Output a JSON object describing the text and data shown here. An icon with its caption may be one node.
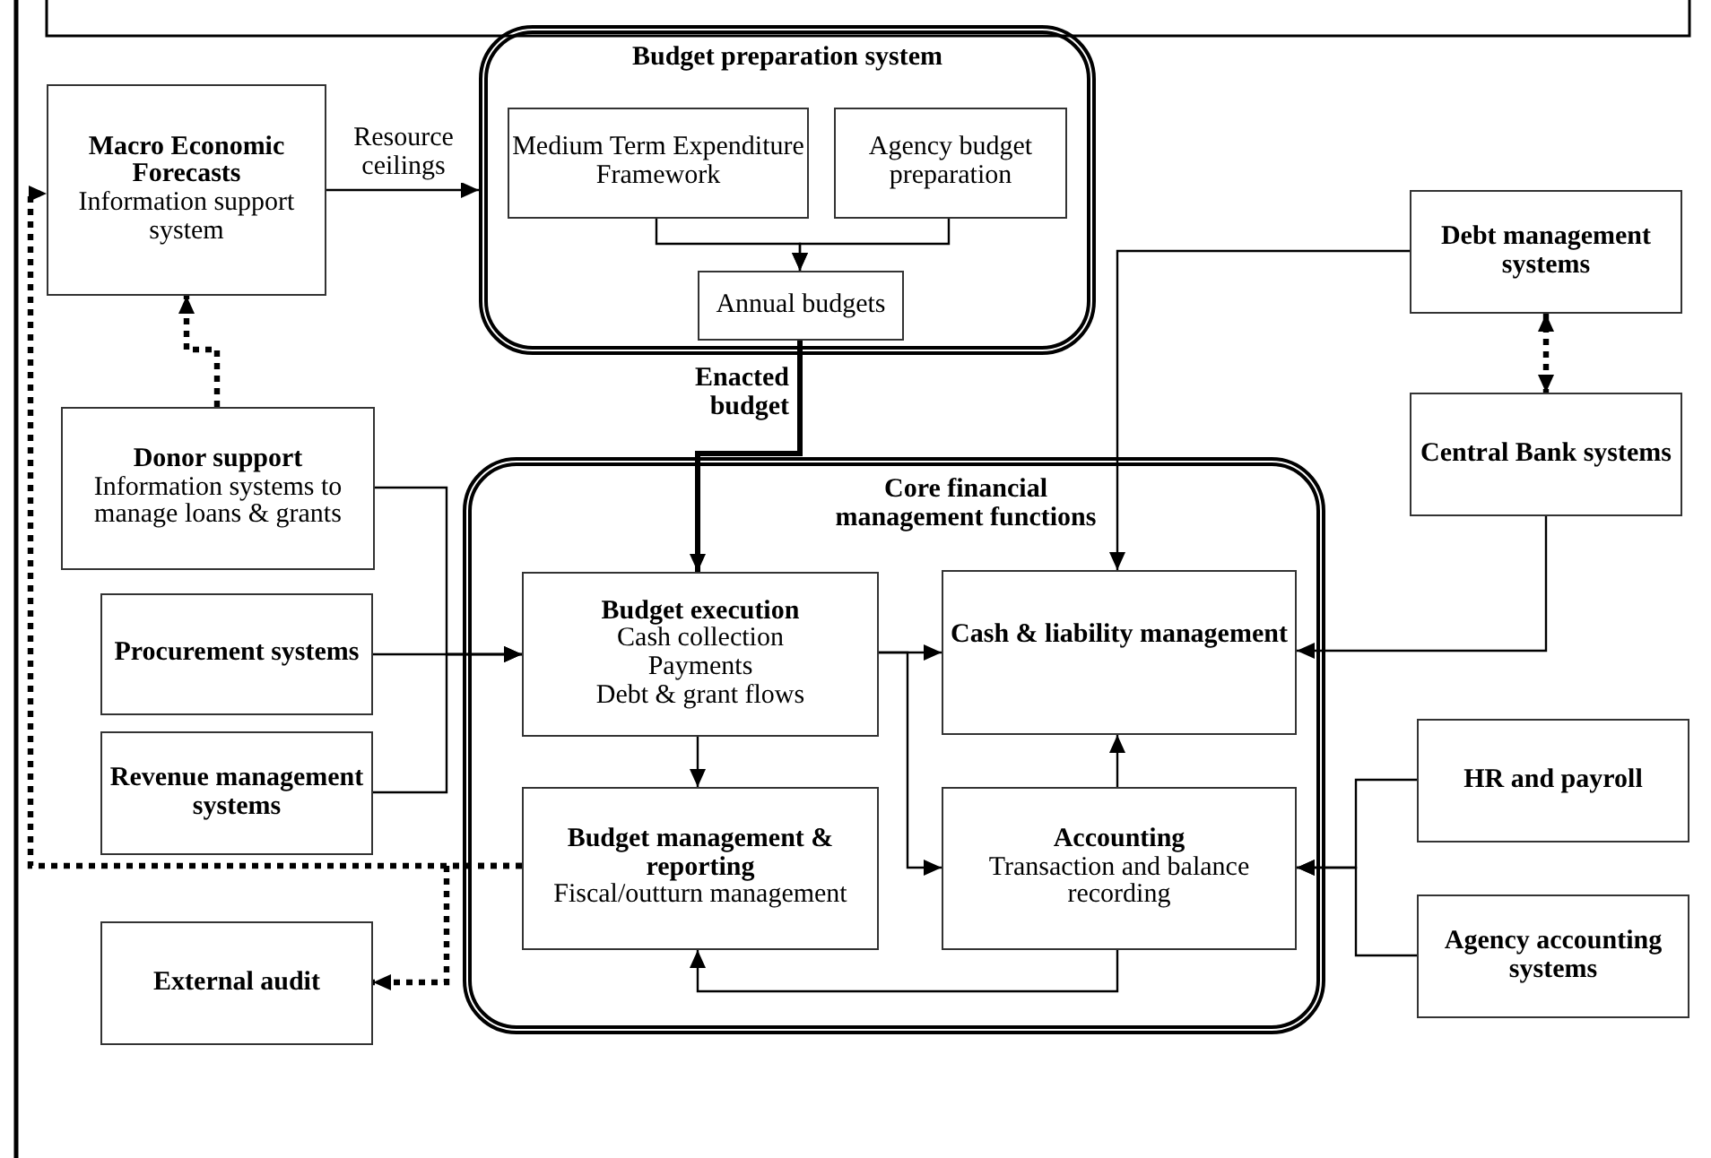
{
  "diagram": {
    "nodes": [
      {
        "text": [
          "Budget preparation system"
        ]
      },
      {
        "text": [
          "Medium Term Expenditure Framework"
        ],
        "in": 0
      },
      {
        "text": [
          "Agency budget preparation"
        ],
        "in": 0
      },
      {
        "text": [
          "Annual budgets"
        ],
        "in": 0
      },
      {
        "text": [
          "Macro Economic Forecasts",
          "Information support system"
        ]
      },
      {
        "text": [
          "Donor support",
          "Information systems to manage loans & grants"
        ]
      },
      {
        "text": [
          "Procurement systems"
        ]
      },
      {
        "text": [
          "Revenue management systems"
        ]
      },
      {
        "text": [
          "External audit"
        ]
      },
      {
        "text": [
          "Core financial management functions"
        ]
      },
      {
        "text": [
          "Budget execution",
          "Cash collection",
          "Payments",
          "Debt & grant flows"
        ],
        "in": 9
      },
      {
        "text": [
          "Budget management & reporting",
          "Fiscal/outturn management"
        ],
        "in": 9
      },
      {
        "text": [
          "Cash & liability management"
        ],
        "in": 9
      },
      {
        "text": [
          "Accounting",
          "Transaction and balance recording"
        ],
        "in": 9
      },
      {
        "text": [
          "Debt management systems"
        ]
      },
      {
        "text": [
          "Central Bank systems"
        ]
      },
      {
        "text": [
          "HR and payroll"
        ]
      },
      {
        "text": [
          "Agency accounting systems"
        ]
      }
    ],
    "edges": [
      {
        "from": 4,
        "to": 0,
        "arrow": "to",
        "label": "Resource ceilings"
      },
      {
        "from": 1,
        "to": 3,
        "arrow": "to"
      },
      {
        "from": 2,
        "to": 3,
        "arrow": "to"
      },
      {
        "from": 3,
        "to": 10,
        "arrow": "to",
        "label": "Enacted budget",
        "style": "thick"
      },
      {
        "from": 5,
        "to": 4,
        "arrow": "to",
        "style": "dashed"
      },
      {
        "from": 5,
        "to": 10,
        "arrow": "to"
      },
      {
        "from": 6,
        "to": 10,
        "arrow": "to"
      },
      {
        "from": 7,
        "to": 10,
        "arrow": "to"
      },
      {
        "from": 10,
        "to": 11,
        "arrow": "to"
      },
      {
        "from": 10,
        "to": 12,
        "arrow": "to"
      },
      {
        "from": 10,
        "to": 13,
        "arrow": "to"
      },
      {
        "from": 13,
        "to": 12,
        "arrow": "to"
      },
      {
        "from": 13,
        "to": 11,
        "arrow": "to"
      },
      {
        "from": 14,
        "to": 12,
        "arrow": "to"
      },
      {
        "from": 14,
        "to": 15,
        "arrow": "both",
        "style": "dashed"
      },
      {
        "from": 15,
        "to": 12,
        "arrow": "to"
      },
      {
        "from": 16,
        "to": 13,
        "arrow": "to"
      },
      {
        "from": 17,
        "to": 13,
        "arrow": "to"
      },
      {
        "from": 11,
        "to": 4,
        "arrow": "to",
        "style": "dashed"
      },
      {
        "from": 11,
        "to": 8,
        "arrow": "to",
        "style": "dashed"
      }
    ]
  }
}
